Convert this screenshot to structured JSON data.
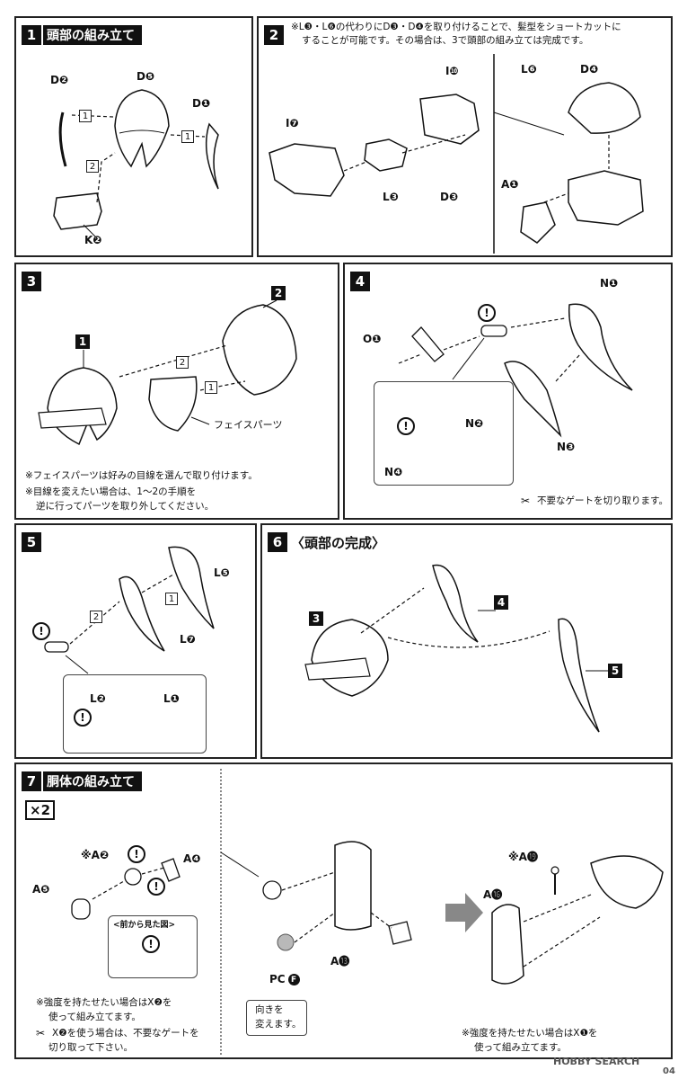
{
  "steps": {
    "s1": {
      "num": "1",
      "title": "頭部の組み立て"
    },
    "s2": {
      "num": "2",
      "note_line1": "※L❸・L❻の代わりにD❸・D❹を取り付けることで、髪型をショートカットに",
      "note_line2": "することが可能です。その場合は、3で頭部の組み立ては完成です。"
    },
    "s3": {
      "num": "3",
      "face_label": "フェイスパーツ",
      "note_line1": "※フェイスパーツは好みの目線を選んで取り付けます。",
      "note_line2": "※目線を変えたい場合は、1〜2の手順を",
      "note_line3": "逆に行ってパーツを取り外してください。"
    },
    "s4": {
      "num": "4",
      "gate_note": "不要なゲートを切り取ります。"
    },
    "s5": {
      "num": "5"
    },
    "s6": {
      "num": "6",
      "title": "〈頭部の完成〉"
    },
    "s7": {
      "num": "7",
      "title": "胴体の組み立て",
      "multiplier": "×2",
      "front_view": "<前から見た図>",
      "note_line1": "※強度を持たせたい場合はX❷を",
      "note_line2": "使って組み立てます。",
      "gate_line1": "X❷を使う場合は、不要なゲートを",
      "gate_line2": "切り取って下さい。",
      "orient_line1": "向きを",
      "orient_line2": "変えます。",
      "right_note_line1": "※強度を持たせたい場合はX❶を",
      "right_note_line2": "使って組み立てます。"
    }
  },
  "labels": {
    "D2": "D❷",
    "D5": "D❺",
    "D1": "D❶",
    "K2": "K❷",
    "I7": "I❼",
    "I10": "I❿",
    "L3D3": "L❸",
    "D3": "D❸",
    "L6": "L❻",
    "D4": "D❹",
    "A1": "A❶",
    "N1": "N❶",
    "O1": "O❶",
    "N2": "N❷",
    "N4": "N❹",
    "N3": "N❸",
    "L5": "L❺",
    "L7": "L❼",
    "L2": "L❷",
    "L1": "L❶",
    "A2": "※A❷",
    "A5": "A❺",
    "A4": "A❹",
    "A13": "A⓭",
    "PCF": "PC",
    "PCF_letter": "F",
    "A19": "※A⓳",
    "A16": "A⓰"
  },
  "order_marks": {
    "one": "1",
    "two": "2"
  },
  "box_labels": {
    "b1": "1",
    "b2": "2",
    "b3": "3",
    "b4": "4",
    "b5": "5"
  },
  "excl": "!",
  "footer": {
    "brand": "HOBBY SEARCH",
    "page": "04"
  },
  "colors": {
    "ink": "#111111",
    "pc_part": "#b9b9b9"
  }
}
